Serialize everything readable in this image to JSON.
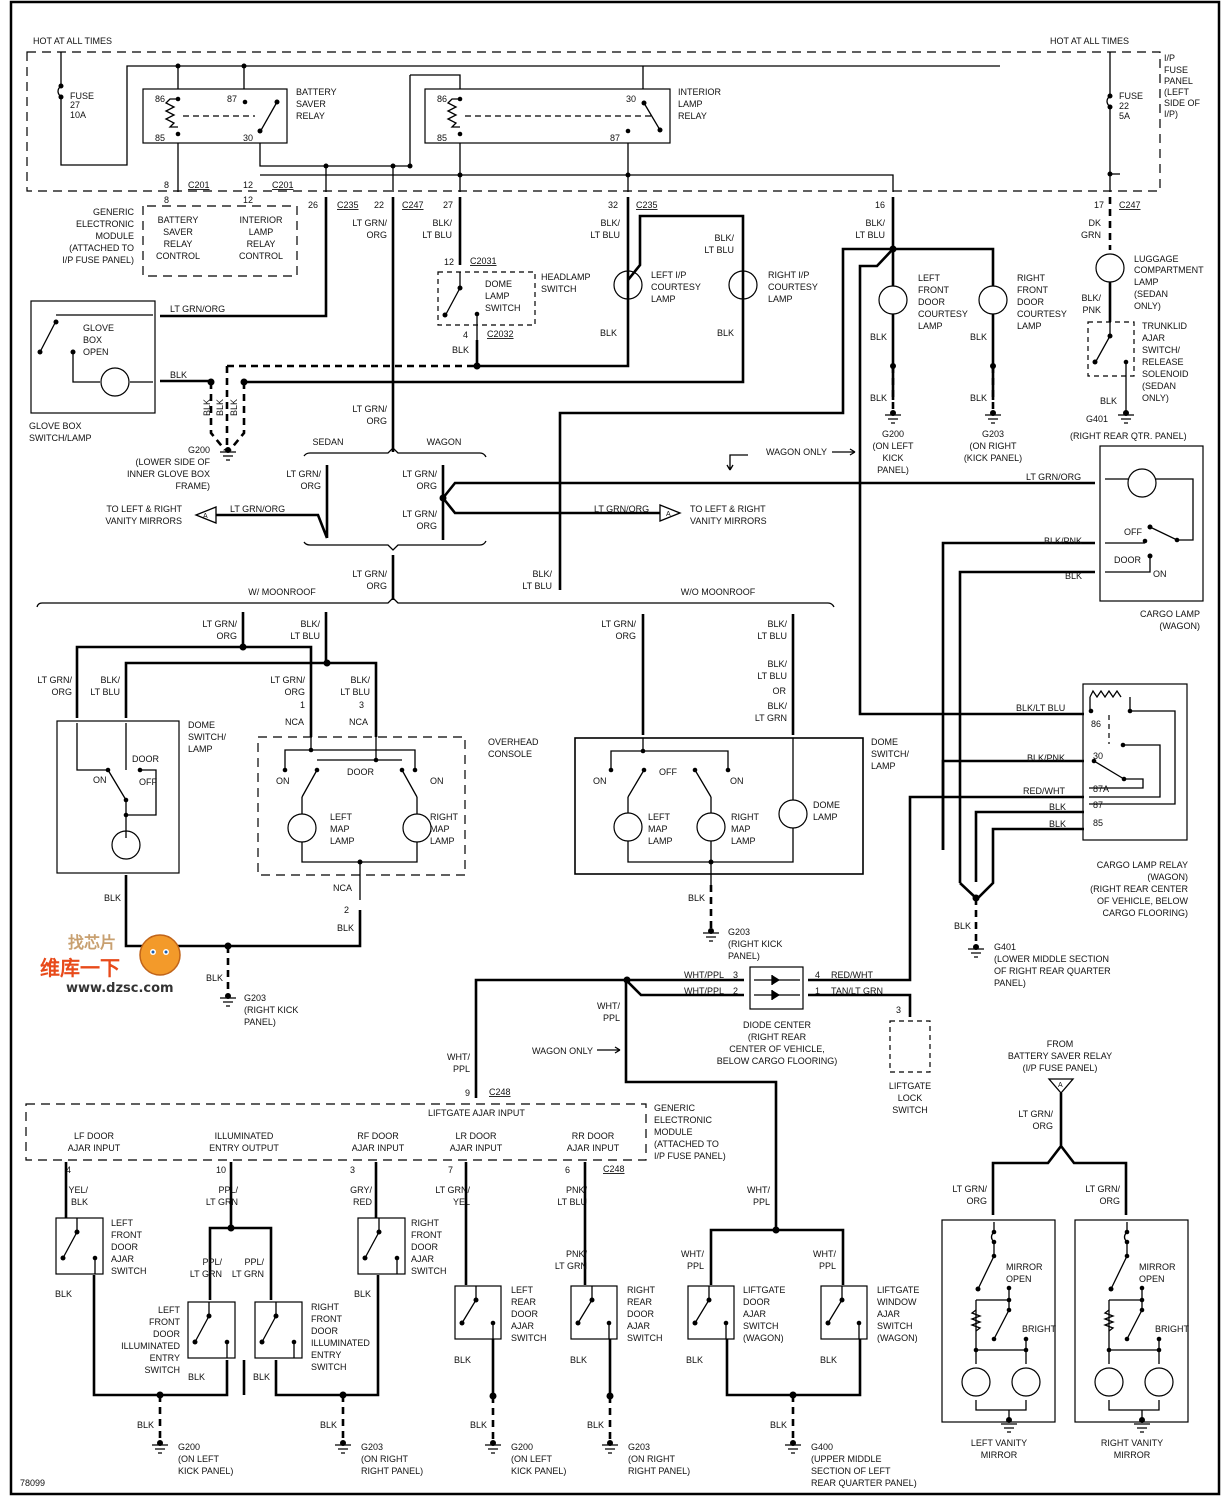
{
  "diagram_id": "78099",
  "headers": {
    "hot_left": "HOT AT ALL TIMES",
    "hot_right": "HOT AT ALL TIMES"
  },
  "fuse_panel": {
    "label": [
      "I/P",
      "FUSE",
      "PANEL",
      "(LEFT",
      "SIDE OF",
      "I/P)"
    ]
  },
  "fuses": [
    {
      "lines": [
        "FUSE",
        "27",
        "10A"
      ]
    },
    {
      "lines": [
        "FUSE",
        "22",
        "5A"
      ]
    }
  ],
  "battery_saver_relay": {
    "label": [
      "BATTERY",
      "SAVER",
      "RELAY"
    ],
    "pins": {
      "p86": "86",
      "p87": "87",
      "p85": "85",
      "p30": "30"
    }
  },
  "interior_lamp_relay": {
    "label": [
      "INTERIOR",
      "LAMP",
      "RELAY"
    ],
    "pins": {
      "p86": "86",
      "p30": "30",
      "p85": "85",
      "p87": "87"
    }
  },
  "gem_top": {
    "label": [
      "GENERIC",
      "ELECTRONIC",
      "MODULE",
      "(ATTACHED TO",
      "I/P FUSE PANEL)"
    ],
    "cells": [
      [
        "BATTERY",
        "SAVER",
        "RELAY",
        "CONTROL"
      ],
      [
        "INTERIOR",
        "LAMP",
        "RELAY",
        "CONTROL"
      ]
    ]
  },
  "connectors": {
    "c201a": {
      "pin": "8",
      "name": "C201"
    },
    "c201b": {
      "pin": "12",
      "name": "C201"
    },
    "c235a": {
      "pin": "26",
      "name": "C235"
    },
    "c247a": {
      "pin": "22",
      "name": "C247"
    },
    "p27": "27",
    "c235b": {
      "pin": "32",
      "name": "C235"
    },
    "p16": "16",
    "c247b": {
      "pin": "17",
      "name": "C247"
    },
    "c2031": {
      "pin": "12",
      "name": "C2031"
    },
    "c2032": {
      "pin": "4",
      "name": "C2032"
    }
  },
  "wires": {
    "ltgrn_org": "LT GRN/ORG",
    "ltgrn_org_a": "LT GRN/",
    "ltgrn_org_b": "ORG",
    "blk_ltblu_a": "BLK/",
    "blk_ltblu_b": "LT BLU",
    "blk_ltblu": "BLK/LT BLU",
    "blk": "BLK",
    "dkgrn_a": "DK",
    "dkgrn_b": "GRN",
    "blk_pnk_a": "BLK/",
    "blk_pnk_b": "PNK",
    "blk_pnk": "BLK/PNK",
    "red_wht": "RED/WHT",
    "wht_ppl": "WHT/PPL",
    "wht_ppl_a": "WHT/",
    "wht_ppl_b": "PPL",
    "tan_ltgrn": "TAN/LT GRN",
    "or": "OR",
    "blk_ltgrn_b": "LT GRN",
    "nca": "NCA"
  },
  "components": {
    "headlamp_switch": [
      "HEADLAMP",
      "SWITCH"
    ],
    "dome_lamp_switch": [
      "DOME",
      "LAMP",
      "SWITCH"
    ],
    "left_ip_courtesy": [
      "LEFT I/P",
      "COURTESY",
      "LAMP"
    ],
    "right_ip_courtesy": [
      "RIGHT I/P",
      "COURTESY",
      "LAMP"
    ],
    "lf_door_courtesy": [
      "LEFT",
      "FRONT",
      "DOOR",
      "COURTESY",
      "LAMP"
    ],
    "rf_door_courtesy": [
      "RIGHT",
      "FRONT",
      "DOOR",
      "COURTESY",
      "LAMP"
    ],
    "luggage_lamp": [
      "LUGGAGE",
      "COMPARTMENT",
      "LAMP",
      "(SEDAN",
      "ONLY)"
    ],
    "trunklid": [
      "TRUNKLID",
      "AJAR",
      "SWITCH/",
      "RELEASE",
      "SOLENOID",
      "(SEDAN",
      "ONLY)"
    ],
    "glove_box": {
      "inner": [
        "GLOVE",
        "BOX",
        "OPEN"
      ],
      "label": [
        "GLOVE BOX",
        "SWITCH/LAMP"
      ]
    },
    "cargo_lamp": {
      "off": "OFF",
      "door": "DOOR",
      "on": "ON",
      "label": [
        "CARGO LAMP",
        "(WAGON)"
      ]
    },
    "cargo_relay": {
      "pins": [
        "86",
        "30",
        "87A",
        "87",
        "85"
      ],
      "label": [
        "CARGO LAMP RELAY",
        "(WAGON)",
        "(RIGHT REAR CENTER",
        "OF VEHICLE, BELOW",
        "CARGO FLOORING)"
      ]
    },
    "dome_switch_lamp_1": {
      "label": [
        "DOME",
        "SWITCH/",
        "LAMP"
      ],
      "door": "DOOR",
      "on": "ON",
      "off": "OFF"
    },
    "overhead_console": {
      "label": [
        "OVERHEAD",
        "CONSOLE"
      ],
      "on": "ON",
      "door": "DOOR",
      "left": [
        "LEFT",
        "MAP",
        "LAMP"
      ],
      "right": [
        "RIGHT",
        "MAP",
        "LAMP"
      ],
      "pin1": "1",
      "pin3": "3",
      "pin2": "2"
    },
    "dome_switch_lamp_2": {
      "label": [
        "DOME",
        "SWITCH/",
        "LAMP"
      ],
      "on": "ON",
      "off": "OFF",
      "left": [
        "LEFT",
        "MAP",
        "LAMP"
      ],
      "right": [
        "RIGHT",
        "MAP",
        "LAMP"
      ],
      "dome": [
        "DOME",
        "LAMP"
      ]
    },
    "diode_center": {
      "pins": [
        "3",
        "2",
        "4",
        "1"
      ],
      "label": [
        "DIODE CENTER",
        "(RIGHT REAR",
        "CENTER OF VEHICLE,",
        "BELOW CARGO FLOORING)"
      ]
    },
    "liftgate_lock": {
      "pin": "3",
      "label": [
        "LIFTGATE",
        "LOCK",
        "SWITCH"
      ]
    }
  },
  "options": {
    "sedan": "SEDAN",
    "wagon": "WAGON",
    "w_moonroof": "W/ MOONROOF",
    "wo_moonroof": "W/O MOONROOF",
    "wagon_only": "WAGON ONLY"
  },
  "vanity_ref": {
    "lines": [
      "TO LEFT & RIGHT",
      "VANITY MIRRORS"
    ],
    "marker": "A"
  },
  "grounds": {
    "g200_glove": [
      "G200",
      "(LOWER SIDE OF",
      "INNER GLOVE BOX",
      "FRAME)"
    ],
    "g200_kick": [
      "G200",
      "(ON LEFT",
      "KICK",
      "PANEL)"
    ],
    "g203_kick": [
      "G203",
      "(ON RIGHT",
      "(KICK PANEL)"
    ],
    "g401_qtr": [
      "G401",
      "(RIGHT REAR QTR. PANEL)"
    ],
    "g401_lower": [
      "G401",
      "(LOWER MIDDLE SECTION",
      "OF RIGHT REAR QUARTER",
      "PANEL)"
    ],
    "g203_right_kick": [
      "G203",
      "(RIGHT KICK",
      "PANEL)"
    ],
    "g200_bottom": [
      "G200",
      "(ON LEFT",
      "KICK PANEL)"
    ],
    "g203_bottom": [
      "G203",
      "(ON RIGHT",
      "RIGHT PANEL)"
    ],
    "g400": [
      "G400",
      "(UPPER MIDDLE",
      "SECTION OF LEFT",
      "REAR QUARTER PANEL)"
    ]
  },
  "gem_bottom": {
    "label": [
      "GENERIC",
      "ELECTRONIC",
      "MODULE",
      "(ATTACHED TO",
      "I/P FUSE PANEL)"
    ],
    "liftgate_input": "LIFTGATE AJAR INPUT",
    "c248_top": {
      "pin": "9",
      "name": "C248"
    },
    "c248_side": "C248",
    "inputs": [
      {
        "name": [
          "LF DOOR",
          "AJAR INPUT"
        ],
        "pin": "4",
        "wire": [
          "YEL/",
          "BLK"
        ]
      },
      {
        "name": [
          "ILLUMINATED",
          "ENTRY OUTPUT"
        ],
        "pin": "10",
        "wire": [
          "PPL/",
          "LT GRN"
        ]
      },
      {
        "name": [
          "RF DOOR",
          "AJAR INPUT"
        ],
        "pin": "3",
        "wire": [
          "GRY/",
          "RED"
        ]
      },
      {
        "name": [
          "LR DOOR",
          "AJAR INPUT"
        ],
        "pin": "7",
        "wire": [
          "LT GRN/",
          "YEL"
        ]
      },
      {
        "name": [
          "RR DOOR",
          "AJAR INPUT"
        ],
        "pin": "6",
        "wire": [
          "PNK/",
          "LT BLU"
        ]
      }
    ],
    "pnk_ltgrn": [
      "PNK/",
      "LT GRN"
    ]
  },
  "switches": {
    "lf_ajar": [
      "LEFT",
      "FRONT",
      "DOOR",
      "AJAR",
      "SWITCH"
    ],
    "rf_ajar": [
      "RIGHT",
      "FRONT",
      "DOOR",
      "AJAR",
      "SWITCH"
    ],
    "lf_illum": [
      "LEFT",
      "FRONT",
      "DOOR",
      "ILLUMINATED",
      "ENTRY",
      "SWITCH"
    ],
    "rf_illum": [
      "RIGHT",
      "FRONT",
      "DOOR",
      "ILLUMINATED",
      "ENTRY",
      "SWITCH"
    ],
    "lr_ajar": [
      "LEFT",
      "REAR",
      "DOOR",
      "AJAR",
      "SWITCH"
    ],
    "rr_ajar": [
      "RIGHT",
      "REAR",
      "DOOR",
      "AJAR",
      "SWITCH"
    ],
    "lg_door": [
      "LIFTGATE",
      "DOOR",
      "AJAR",
      "SWITCH",
      "(WAGON)"
    ],
    "lg_window": [
      "LIFTGATE",
      "WINDOW",
      "AJAR",
      "SWITCH",
      "(WAGON)"
    ]
  },
  "vanity": {
    "from": [
      "FROM",
      "BATTERY SAVER RELAY",
      "(I/P FUSE PANEL)"
    ],
    "marker": "A",
    "mirror_open": [
      "MIRROR",
      "OPEN"
    ],
    "bright": "BRIGHT",
    "left": [
      "LEFT VANITY",
      "MIRROR"
    ],
    "right": [
      "RIGHT VANITY",
      "MIRROR"
    ]
  },
  "watermark": {
    "line1": "找芯片",
    "line2": "维库一下",
    "url": "www.dzsc.com"
  }
}
